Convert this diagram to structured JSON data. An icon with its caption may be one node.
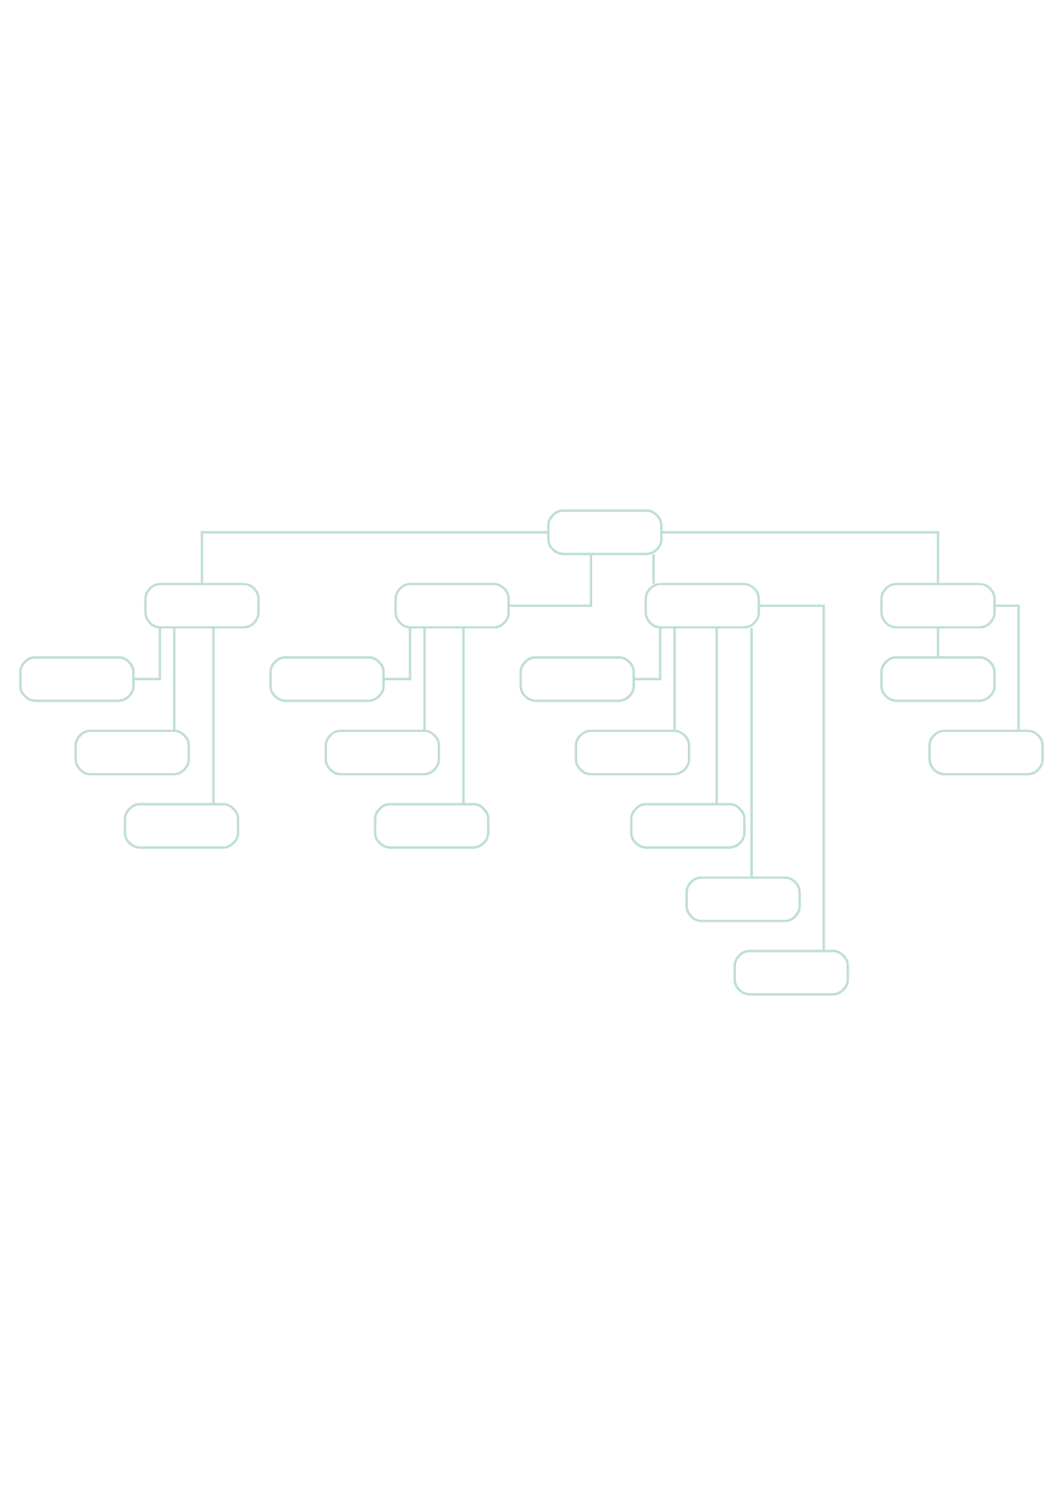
{
  "diagram": {
    "nodes": [
      {
        "text": [],
        "shape": "box"
      },
      {
        "text": [],
        "shape": "box"
      },
      {
        "text": [],
        "shape": "box"
      },
      {
        "text": [],
        "shape": "box"
      },
      {
        "text": [],
        "shape": "box"
      },
      {
        "text": [],
        "shape": "box"
      },
      {
        "text": [],
        "shape": "box"
      },
      {
        "text": [],
        "shape": "box"
      },
      {
        "text": [],
        "shape": "box"
      },
      {
        "text": [],
        "shape": "box"
      },
      {
        "text": [],
        "shape": "box"
      },
      {
        "text": [],
        "shape": "box"
      },
      {
        "text": [],
        "shape": "box"
      },
      {
        "text": [],
        "shape": "box"
      },
      {
        "text": [],
        "shape": "box"
      },
      {
        "text": [],
        "shape": "box"
      },
      {
        "text": [],
        "shape": "box"
      },
      {
        "text": [],
        "shape": "box"
      }
    ],
    "edges": [
      {
        "from": 0,
        "to": 1,
        "arrow": "none"
      },
      {
        "from": 0,
        "to": 2,
        "arrow": "none"
      },
      {
        "from": 0,
        "to": 3,
        "arrow": "none"
      },
      {
        "from": 0,
        "to": 4,
        "arrow": "none"
      },
      {
        "from": 1,
        "to": 5,
        "arrow": "none"
      },
      {
        "from": 1,
        "to": 6,
        "arrow": "none"
      },
      {
        "from": 1,
        "to": 7,
        "arrow": "none"
      },
      {
        "from": 2,
        "to": 8,
        "arrow": "none"
      },
      {
        "from": 2,
        "to": 9,
        "arrow": "none"
      },
      {
        "from": 2,
        "to": 10,
        "arrow": "none"
      },
      {
        "from": 3,
        "to": 11,
        "arrow": "none"
      },
      {
        "from": 3,
        "to": 12,
        "arrow": "none"
      },
      {
        "from": 3,
        "to": 13,
        "arrow": "none"
      },
      {
        "from": 3,
        "to": 14,
        "arrow": "none"
      },
      {
        "from": 3,
        "to": 15,
        "arrow": "none"
      },
      {
        "from": 4,
        "to": 16,
        "arrow": "none"
      },
      {
        "from": 4,
        "to": 17,
        "arrow": "none"
      }
    ]
  }
}
